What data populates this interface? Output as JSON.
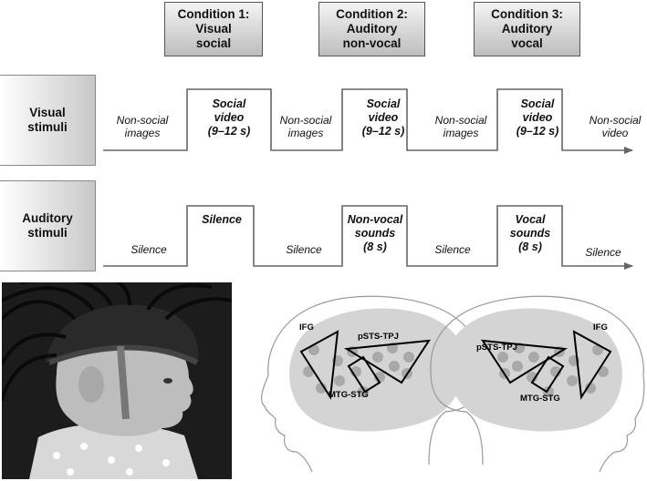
{
  "conditions": [
    {
      "title": "Condition 1:",
      "line2": "Visual",
      "line3": "social"
    },
    {
      "title": "Condition 2:",
      "line2": "Auditory",
      "line3": "non-vocal"
    },
    {
      "title": "Condition 3:",
      "line2": "Auditory",
      "line3": "vocal"
    }
  ],
  "visual_row": {
    "label": [
      "Visual",
      "stimuli"
    ],
    "segments": [
      {
        "l1": "Non-social",
        "l2": "images"
      },
      {
        "l1": "Social",
        "l2": "video",
        "l3": "(9–12 s)"
      },
      {
        "l1": "Non-social",
        "l2": "images"
      },
      {
        "l1": "Social",
        "l2": "video",
        "l3": "(9–12 s)"
      },
      {
        "l1": "Non-social",
        "l2": "images"
      },
      {
        "l1": "Social",
        "l2": "video",
        "l3": "(9–12 s)"
      },
      {
        "l1": "Non-social",
        "l2": "video"
      }
    ]
  },
  "auditory_row": {
    "label": [
      "Auditory",
      "stimuli"
    ],
    "segments": [
      {
        "l1": "Silence"
      },
      {
        "l1": "Silence"
      },
      {
        "l1": "Silence"
      },
      {
        "l1": "Non-vocal",
        "l2": "sounds",
        "l3": "(8 s)"
      },
      {
        "l1": "Silence"
      },
      {
        "l1": "Vocal",
        "l2": "sounds",
        "l3": "(8 s)"
      },
      {
        "l1": "Silence"
      }
    ]
  },
  "brain_regions": {
    "left_head": {
      "ifg": "IFG",
      "psts": "pSTS-TPJ",
      "mtg": "MTG-STG"
    },
    "right_head": {
      "ifg": "IFG",
      "psts": "pSTS-TPJ",
      "mtg": "MTG-STG"
    }
  }
}
